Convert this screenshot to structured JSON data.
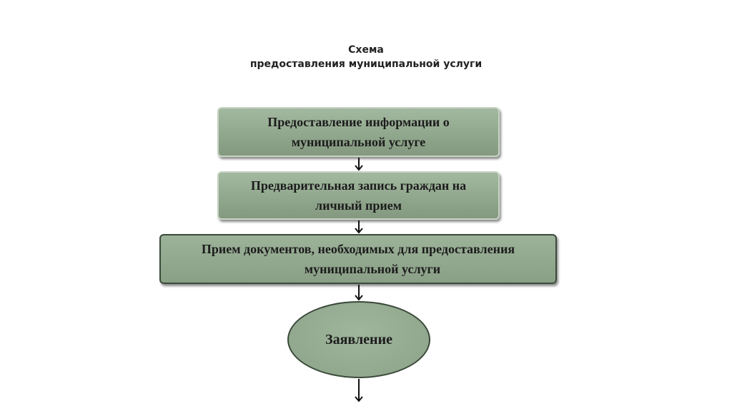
{
  "title": {
    "line1": "Схема",
    "line2": "предоставления муниципальной услуги"
  },
  "steps": [
    {
      "line1": "Предоставление информации о",
      "line2": "муниципальной услуге"
    },
    {
      "line1": "Предварительная запись граждан на",
      "line2": "личный прием"
    },
    {
      "line1": "Прием документов, необходимых для предоставления",
      "line2": "муниципальной услуги"
    }
  ],
  "final_step": {
    "label": "Заявление"
  },
  "colors": {
    "box_fill": "#8fa68c",
    "box_border": "#3b4a3a",
    "text": "#1c1c1c"
  }
}
